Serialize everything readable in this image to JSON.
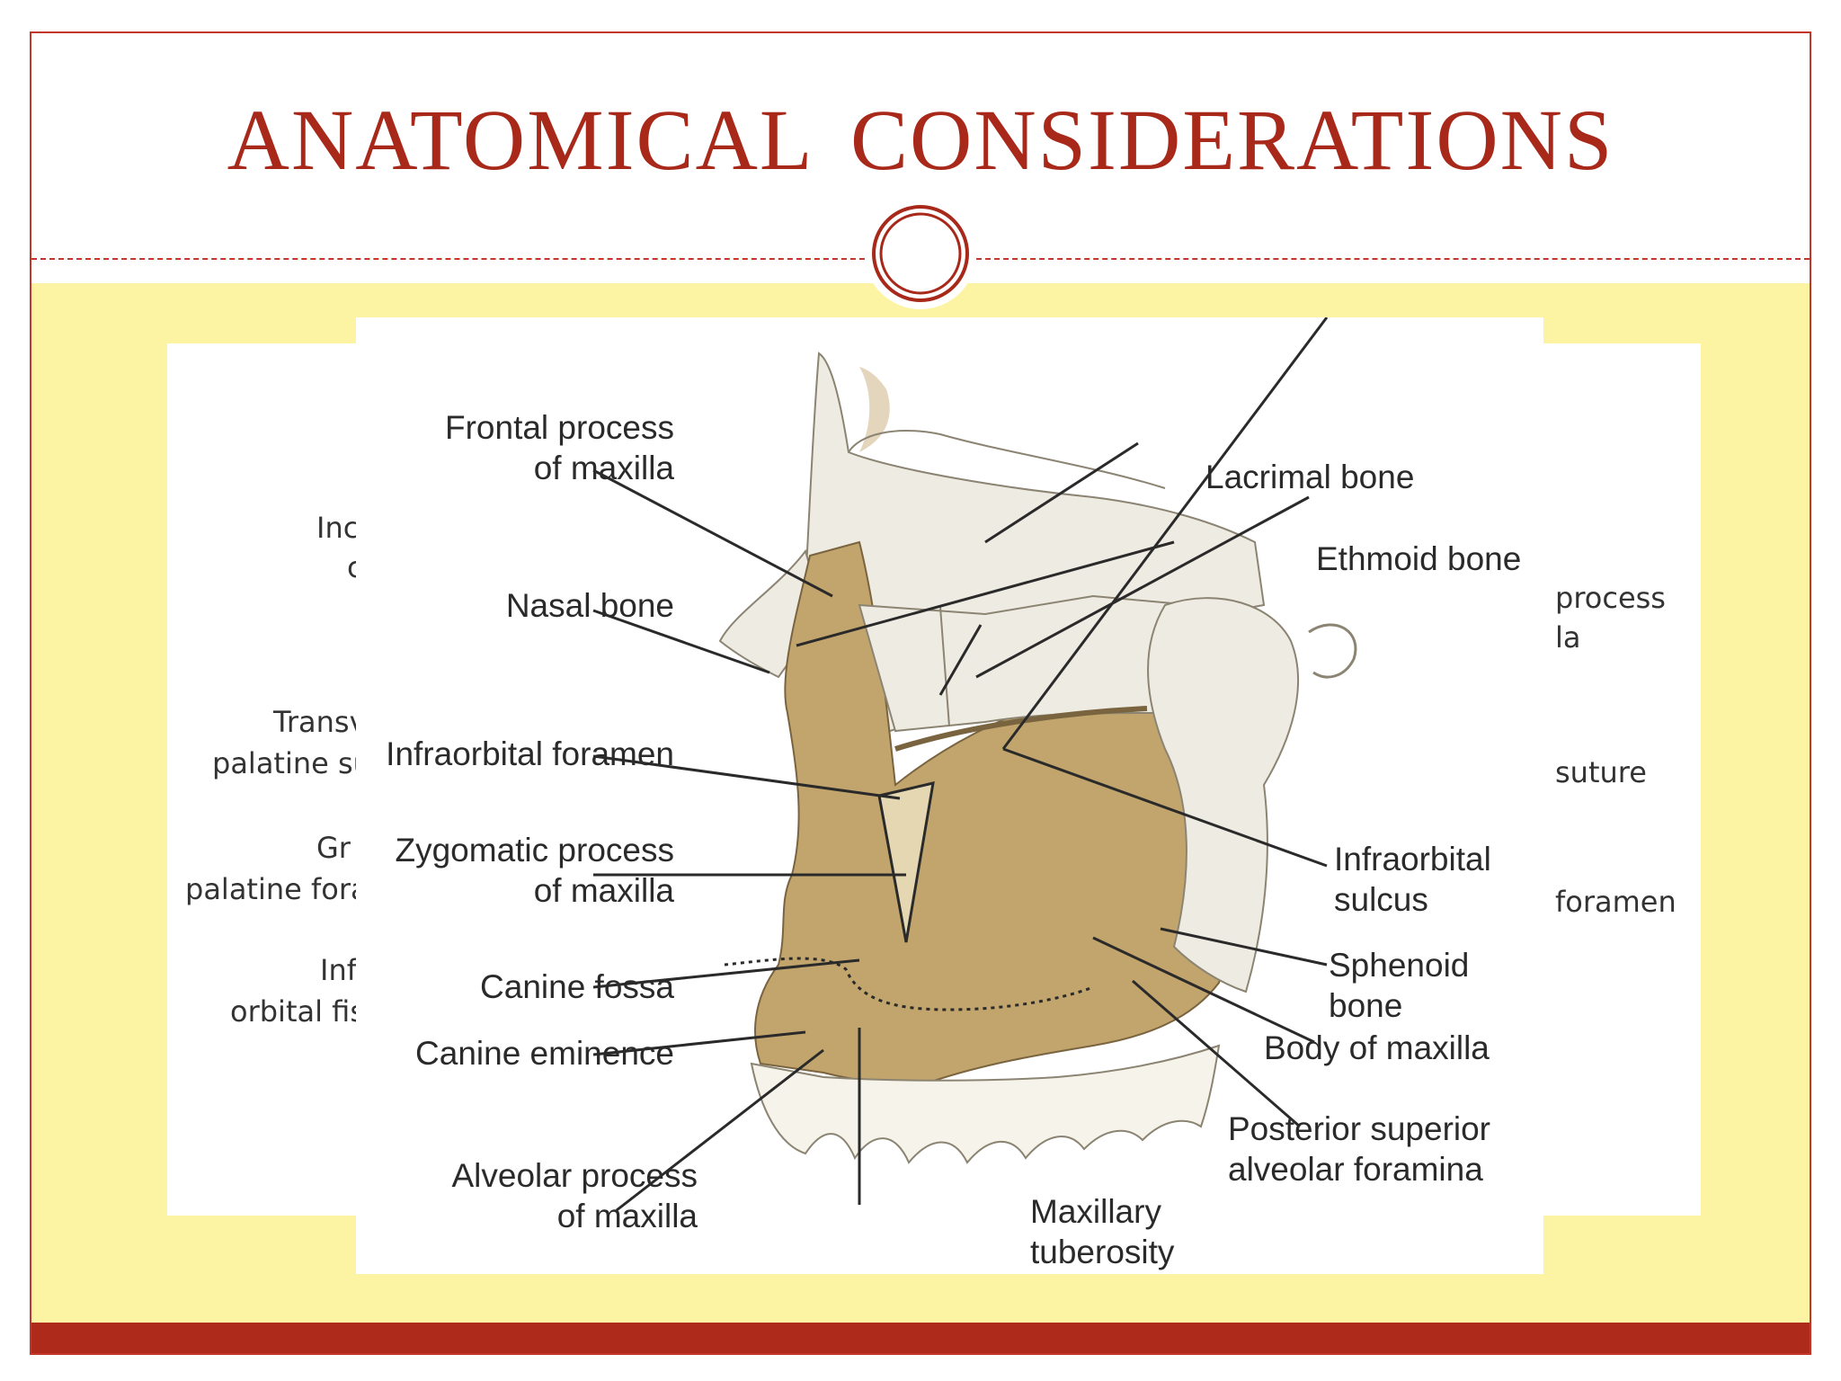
{
  "slide": {
    "title": "ANATOMICAL  CONSIDERATIONS"
  },
  "background_labels": {
    "left": [
      "Inc",
      "c",
      "Transv",
      "palatine su",
      "Gr",
      "palatine fora",
      "Inf",
      "orbital fis"
    ],
    "right": [
      "process",
      "la",
      "suture",
      "foramen"
    ]
  },
  "diagram": {
    "labels": {
      "frontal_process": "Frontal process\nof maxilla",
      "nasal_bone": "Nasal bone",
      "infraorbital_foramen": "Infraorbital foramen",
      "zygomatic_process": "Zygomatic process\nof maxilla",
      "canine_fossa": "Canine fossa",
      "canine_eminence": "Canine eminence",
      "alveolar_process": "Alveolar process\nof maxilla",
      "maxillary_tuberosity": "Maxillary\ntuberosity",
      "lacrimal_bone": "Lacrimal bone",
      "ethmoid_bone": "Ethmoid bone",
      "infraorbital_sulcus": "Infraorbital\nsulcus",
      "sphenoid_bone": "Sphenoid\nbone",
      "body_of_maxilla": "Body of maxilla",
      "posterior_superior_alveolar_foramina": "Posterior superior\nalveolar foramina"
    }
  },
  "colors": {
    "accent_red": "#ae2a1a",
    "title_red": "#a8281a",
    "band_yellow": "#fdf4a3",
    "bone_tan": "#c2a56d",
    "bone_light": "#eeebe2"
  }
}
